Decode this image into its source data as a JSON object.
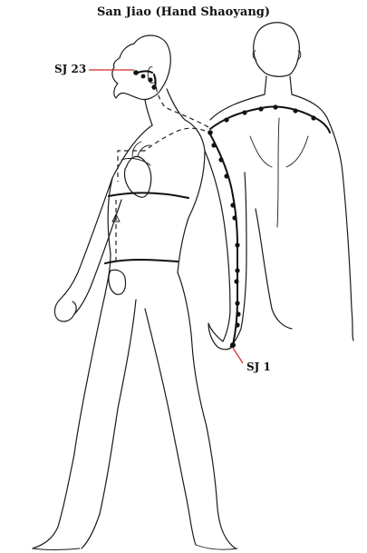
{
  "title": "San Jiao (Hand Shaoyang)",
  "labels": {
    "top_point": "SJ 23",
    "bottom_point": "SJ 1"
  },
  "colors": {
    "leader_line": "#d12a2a",
    "ink": "#111111",
    "background": "#ffffff"
  }
}
